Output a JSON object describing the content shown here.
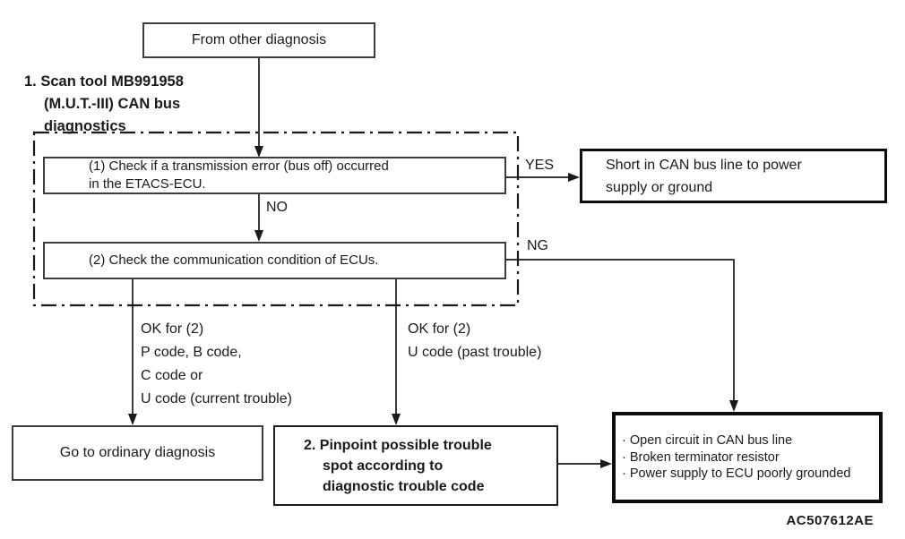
{
  "diagram": {
    "title": "CAN bus diagnostics flowchart",
    "figure_code": "AC507612AE",
    "colors": {
      "line": "#1a1a1a",
      "background": "#ffffff",
      "box_border_thin": "#3d3d3d",
      "box_border_thick": "#0d0d0d"
    },
    "nodes": {
      "start": {
        "label": "From other diagnosis"
      },
      "section_label": {
        "lines": [
          "1. Scan tool MB991958",
          "(M.U.T.-III) CAN bus",
          "diagnostics"
        ]
      },
      "check1": {
        "lines": [
          "(1) Check if a transmission error (bus off) occurred",
          "in the ETACS-ECU."
        ]
      },
      "check2": {
        "label": "(2) Check the communication condition of ECUs."
      },
      "short": {
        "lines": [
          "Short in CAN bus line to power",
          "supply or ground"
        ]
      },
      "ordinary": {
        "label": "Go to ordinary diagnosis"
      },
      "pinpoint": {
        "lines": [
          "2. Pinpoint possible trouble",
          "spot according to",
          "diagnostic trouble code"
        ]
      },
      "causes": {
        "items": [
          "· Open circuit in CAN bus line",
          "· Broken terminator resistor",
          "· Power supply to ECU poorly grounded"
        ]
      }
    },
    "edge_labels": {
      "yes": "YES",
      "no": "NO",
      "ng": "NG",
      "ok_left": {
        "lines": [
          "OK for (2)",
          "P code, B code,",
          "C code or",
          "U code (current trouble)"
        ]
      },
      "ok_right": {
        "lines": [
          "OK for (2)",
          "U code (past trouble)"
        ]
      }
    }
  }
}
